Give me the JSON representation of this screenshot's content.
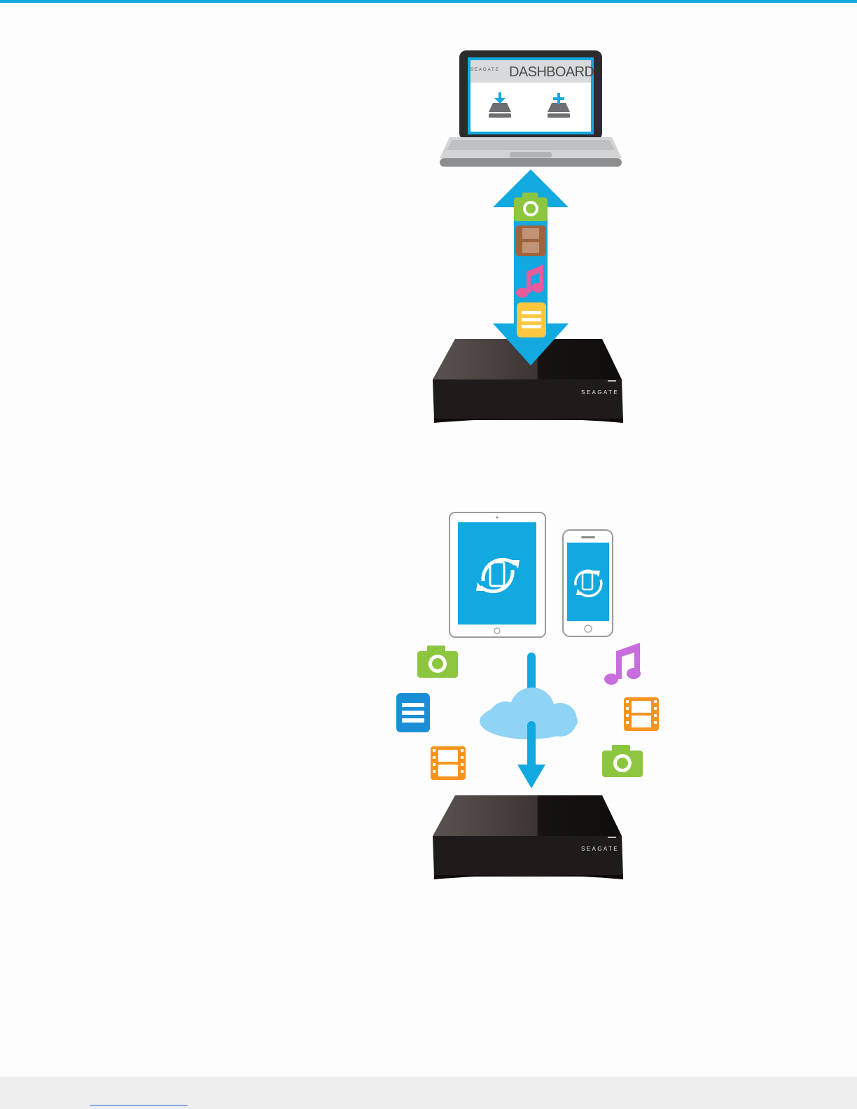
{
  "colors": {
    "accent_blue": "#12a8e0",
    "drive_black": "#1f1c1b",
    "laptop_gray": "#cfd0d1",
    "photo_green": "#8cc63f",
    "film_brown": "#a0643c",
    "film_orange": "#f7941d",
    "music_pink": "#e75c9a",
    "music_purple": "#c86ddd",
    "document_yellow": "#fcc73f",
    "document_blue": "#1b8fd6",
    "cloud_blue": "#8fd3f5"
  },
  "figure1": {
    "laptop_brand": "SEAGATE",
    "laptop_app": "DASHBOARD",
    "drive_brand": "SEAGATE",
    "icons": [
      "camera-icon",
      "film-icon",
      "music-note-icon",
      "document-icon"
    ]
  },
  "figure2": {
    "drive_brand": "SEAGATE",
    "icons": [
      "camera-icon",
      "document-icon",
      "film-icon",
      "music-note-icon",
      "film-icon",
      "camera-icon"
    ]
  },
  "footer": {
    "link_text": ""
  }
}
